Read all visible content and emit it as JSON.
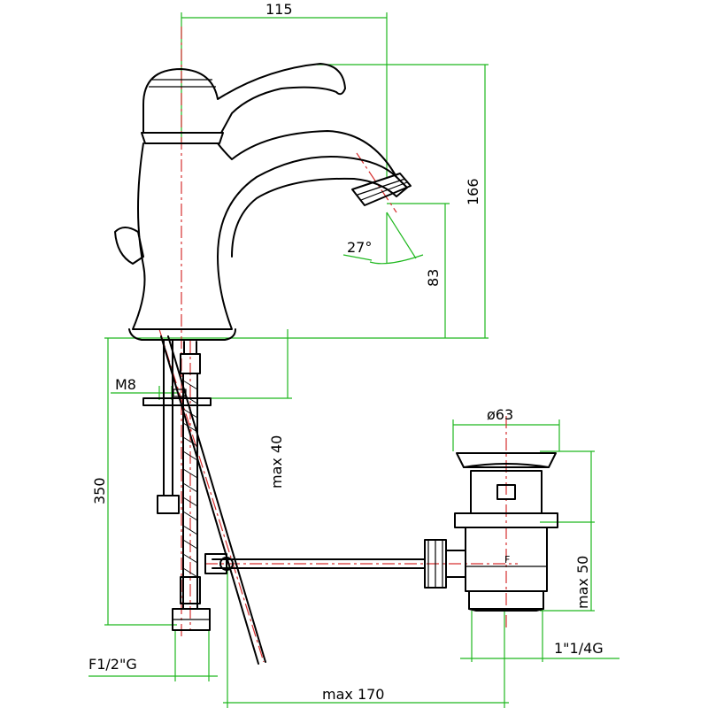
{
  "dimensions": {
    "width_top": "115",
    "height_total": "166",
    "spout_height": "83",
    "angle": "27°",
    "thread_rod": "M8",
    "max_40": "max 40",
    "length_350": "350",
    "diameter_63": "ø63",
    "max_50": "max 50",
    "waste_thread": "1\"1/4G",
    "supply_thread": "F1/2\"G",
    "max_170": "max 170"
  },
  "colors": {
    "dimension": "#1fb81f",
    "axis": "#d63030",
    "outline": "#000000"
  }
}
